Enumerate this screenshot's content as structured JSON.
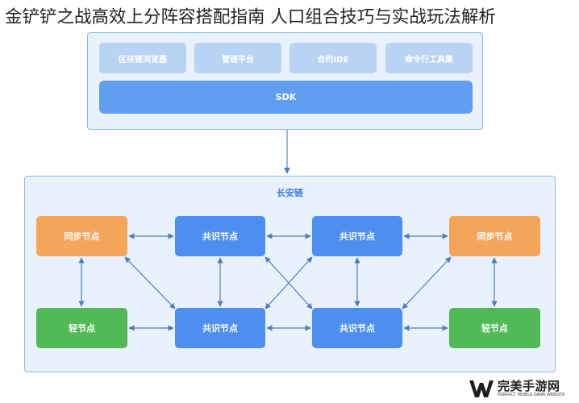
{
  "article": {
    "title": "金铲铲之战高效上分阵容搭配指南 人口组合技巧与实战玩法解析"
  },
  "tools": {
    "items": [
      {
        "label": "区块链浏览器"
      },
      {
        "label": "管理平台"
      },
      {
        "label": "合约IDE"
      },
      {
        "label": "命令行工具集"
      }
    ],
    "sdk_label": "SDK"
  },
  "chain": {
    "title": "长安链",
    "nodes": {
      "sync_left": "同步节点",
      "consensus_top_1": "共识节点",
      "consensus_top_2": "共识节点",
      "sync_right": "同步节点",
      "light_left": "轻节点",
      "consensus_bottom_1": "共识节点",
      "consensus_bottom_2": "共识节点",
      "light_right": "轻节点"
    }
  },
  "colors": {
    "consensus": "#4d8fee",
    "sync": "#f3a55a",
    "light": "#52b957",
    "panel_bg": "#e9f2fc",
    "panel_border": "#8db8e4",
    "arrow": "#4d7cc4"
  },
  "watermark": {
    "name": "完美手游网",
    "sub": "PERFECT MOBILE GAME WEBSITE",
    "icon": "w-logo-icon"
  }
}
